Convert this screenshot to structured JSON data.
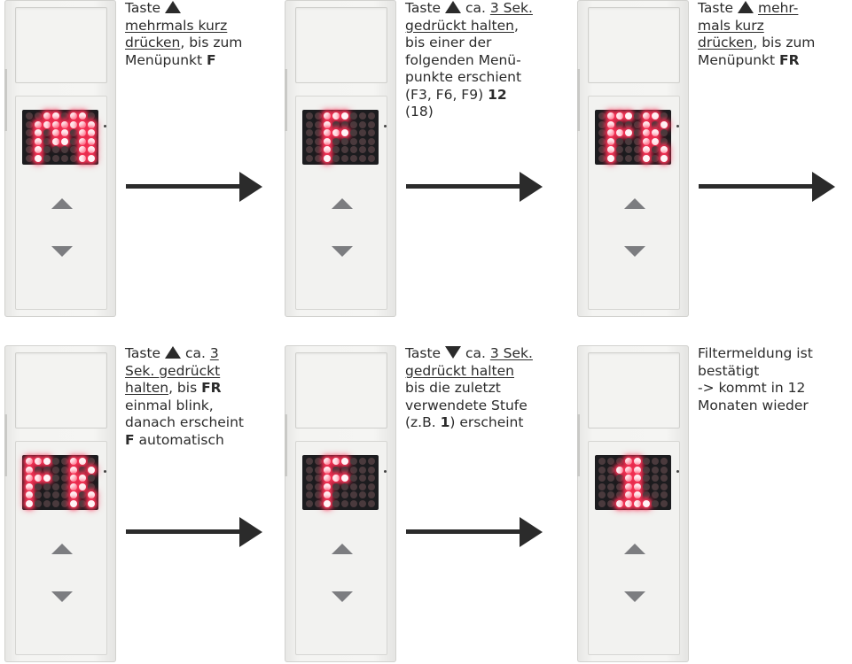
{
  "colors": {
    "text": "#2b2b2b",
    "led_on": "#ff3a5c",
    "led_off": "#4a3a3d",
    "button": "#7c7d80"
  },
  "steps": [
    {
      "display": "M",
      "leds": [
        "00110110",
        "01111111",
        "01011011",
        "01011011",
        "01000011",
        "01000011"
      ],
      "segments": [
        {
          "t": "Taste "
        },
        {
          "icon": "up"
        },
        {
          "t": " "
        },
        {
          "br": true
        },
        {
          "t": "mehrmals kurz ",
          "u": true
        },
        {
          "br": true
        },
        {
          "t": "drücken",
          "u": true
        },
        {
          "t": ", bis zum "
        },
        {
          "br": true
        },
        {
          "t": "Menüpunkt "
        },
        {
          "t": "F",
          "b": true
        }
      ],
      "has_arrow": true
    },
    {
      "display": "F",
      "leds": [
        "00111000",
        "00100000",
        "00111000",
        "00100000",
        "00100000",
        "00100000"
      ],
      "segments": [
        {
          "t": "Taste "
        },
        {
          "icon": "up"
        },
        {
          "t": " ca. "
        },
        {
          "t": "3 Sek.",
          "u": true
        },
        {
          "br": true
        },
        {
          "t": "gedrückt halten",
          "u": true
        },
        {
          "t": ","
        },
        {
          "br": true
        },
        {
          "t": "bis einer der "
        },
        {
          "br": true
        },
        {
          "t": "folgenden Menü-"
        },
        {
          "br": true
        },
        {
          "t": "punkte erschient "
        },
        {
          "br": true
        },
        {
          "t": "(F3, F6, F9) "
        },
        {
          "t": "12",
          "b": true
        },
        {
          "br": true
        },
        {
          "t": "(18)"
        }
      ],
      "has_arrow": true
    },
    {
      "display": "FR",
      "leds": [
        "01110110",
        "01000101",
        "01110110",
        "01000110",
        "01000101",
        "01000101"
      ],
      "segments": [
        {
          "t": "Taste "
        },
        {
          "icon": "up"
        },
        {
          "t": " "
        },
        {
          "t": "mehr-",
          "u": true
        },
        {
          "br": true
        },
        {
          "t": "mals kurz",
          "u": true
        },
        {
          "br": true
        },
        {
          "t": "drücken",
          "u": true
        },
        {
          "t": ", bis zum "
        },
        {
          "br": true
        },
        {
          "t": "Menüpunkt "
        },
        {
          "t": "FR",
          "b": true
        }
      ],
      "has_arrow": true
    },
    {
      "display": "FR",
      "leds": [
        "11100110",
        "10000101",
        "11100110",
        "10000110",
        "10000101",
        "10000101"
      ],
      "segments": [
        {
          "t": "Taste "
        },
        {
          "icon": "up"
        },
        {
          "t": " ca. "
        },
        {
          "t": "3",
          "u": true
        },
        {
          "br": true
        },
        {
          "t": "Sek. gedrückt ",
          "u": true
        },
        {
          "br": true
        },
        {
          "t": "halten",
          "u": true
        },
        {
          "t": ", bis "
        },
        {
          "t": "FR",
          "b": true
        },
        {
          "br": true
        },
        {
          "t": "einmal blink,"
        },
        {
          "br": true
        },
        {
          "t": "danach erscheint "
        },
        {
          "br": true
        },
        {
          "t": "F",
          "b": true
        },
        {
          "t": " automatisch"
        }
      ],
      "has_arrow": true
    },
    {
      "display": "F",
      "leds": [
        "00111000",
        "00100000",
        "00111000",
        "00100000",
        "00100000",
        "00100000"
      ],
      "segments": [
        {
          "t": "Taste "
        },
        {
          "icon": "down"
        },
        {
          "t": " ca. "
        },
        {
          "t": "3 Sek.",
          "u": true
        },
        {
          "br": true
        },
        {
          "t": "gedrückt halten",
          "u": true
        },
        {
          "br": true
        },
        {
          "t": "bis die  zuletzt "
        },
        {
          "br": true
        },
        {
          "t": "verwendete Stufe "
        },
        {
          "br": true
        },
        {
          "t": "(z.B. "
        },
        {
          "t": "1",
          "b": true
        },
        {
          "t": ") erscheint"
        }
      ],
      "has_arrow": true
    },
    {
      "display": "1",
      "leds": [
        "00011000",
        "00111000",
        "00011000",
        "00011000",
        "00011000",
        "00111100"
      ],
      "segments": [
        {
          "t": "Filtermeldung ist "
        },
        {
          "br": true
        },
        {
          "t": "bestätigt "
        },
        {
          "br": true
        },
        {
          "t": "-> kommt in 12 "
        },
        {
          "br": true
        },
        {
          "t": "Monaten wieder"
        }
      ],
      "has_arrow": false
    }
  ]
}
